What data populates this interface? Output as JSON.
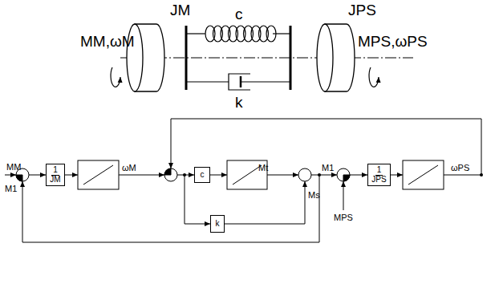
{
  "diagram": {
    "nodes": [
      {
        "text": [
          "1",
          "JM"
        ]
      },
      {
        "text": [
          "c"
        ]
      },
      {
        "text": [
          "k"
        ]
      },
      {
        "text": [
          "1",
          "JPS"
        ]
      }
    ],
    "labels": [
      "JM",
      "JPS",
      "MM,ωM",
      "MPS,ωPS",
      "c",
      "k",
      "MM",
      "M1",
      "ωM",
      "Mt",
      "M1",
      "Ms",
      "MPS",
      "ωPS"
    ]
  }
}
